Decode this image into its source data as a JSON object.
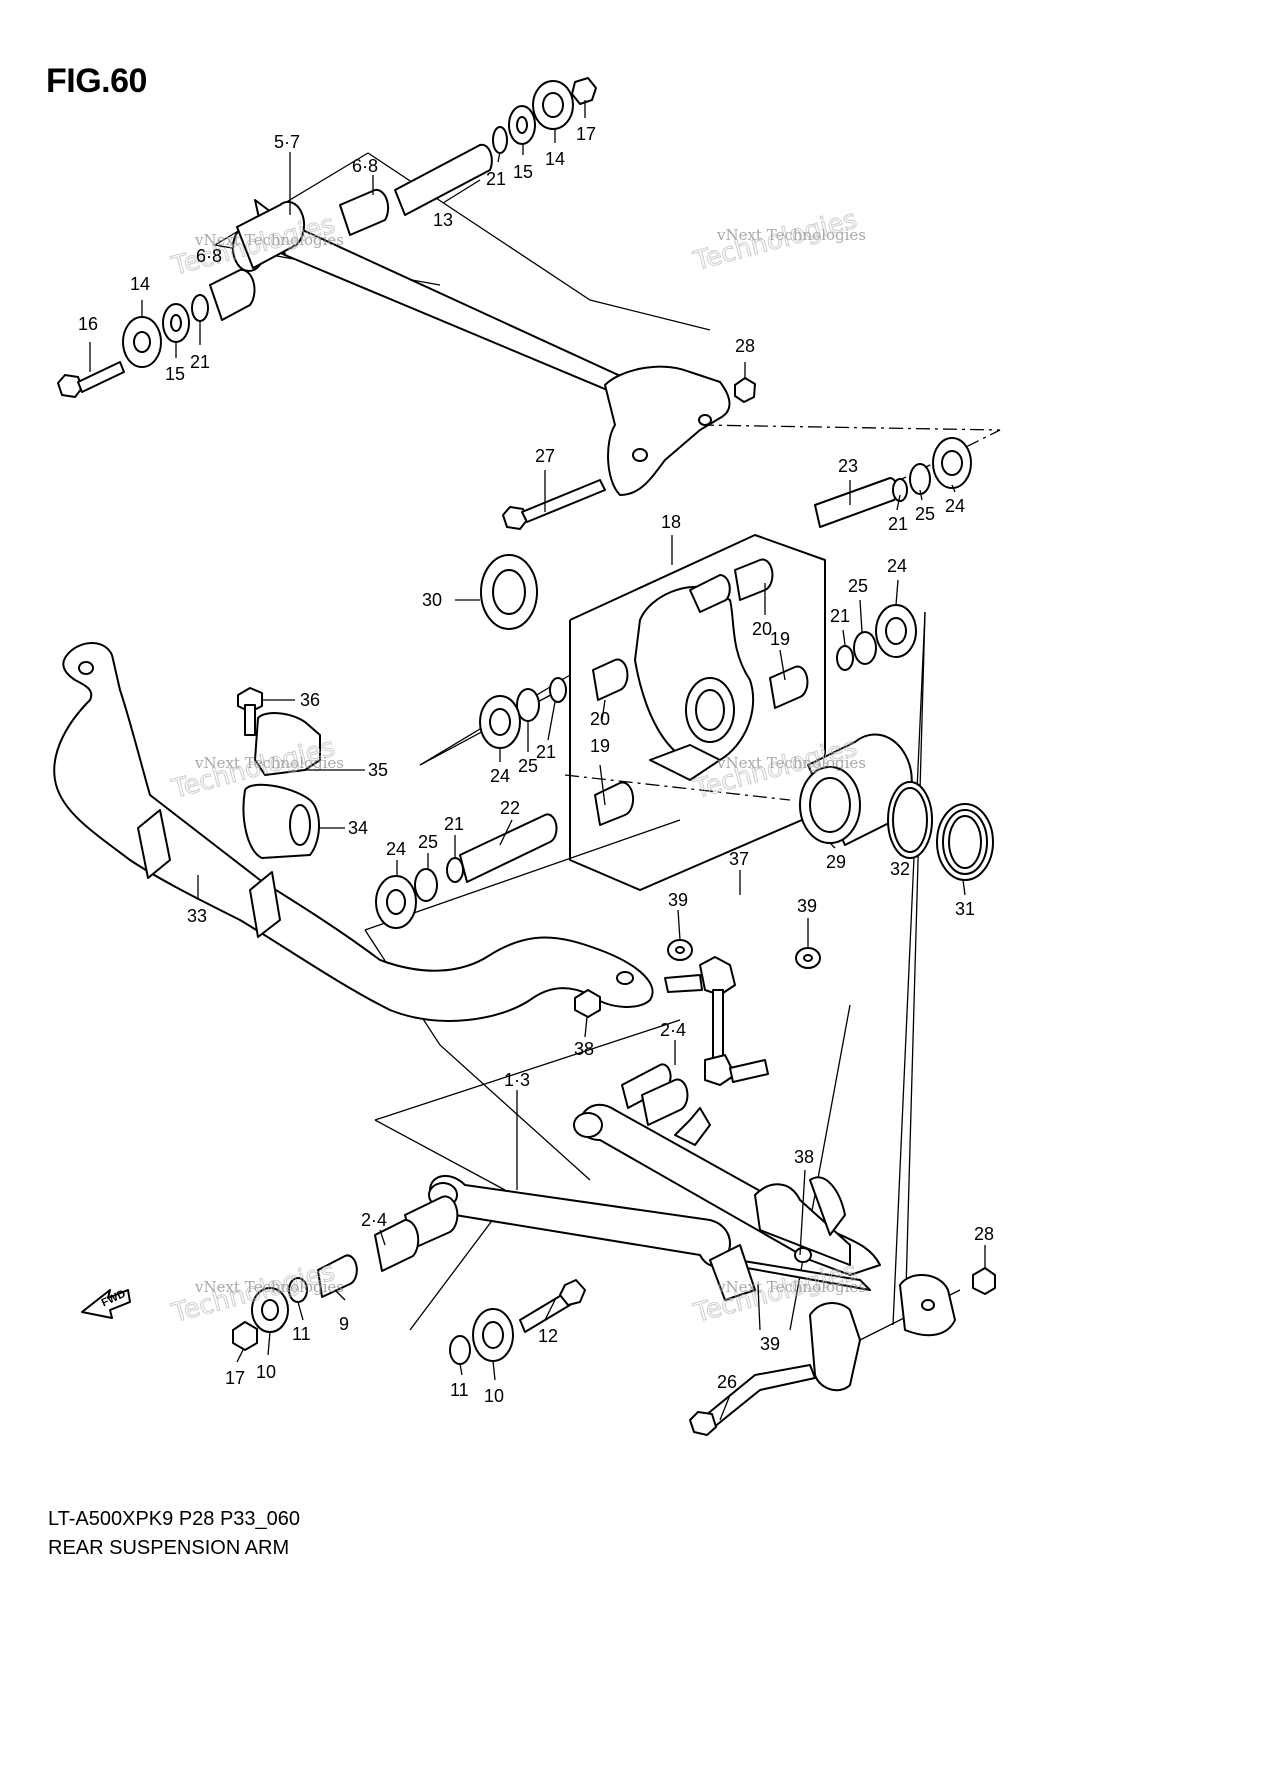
{
  "figure": {
    "title": "FIG.60"
  },
  "caption": {
    "model": "LT-A500XPK9 P28 P33_060",
    "name": "REAR SUSPENSION ARM"
  },
  "watermark": {
    "line1": "vNext Technologies",
    "line2": "Technologies"
  },
  "fwd_label": "FWD",
  "callouts": [
    {
      "id": "c-5-7",
      "text": "5·7"
    },
    {
      "id": "c-6-8-a",
      "text": "6·8"
    },
    {
      "id": "c-6-8-b",
      "text": "6·8"
    },
    {
      "id": "c-13",
      "text": "13"
    },
    {
      "id": "c-21-a",
      "text": "21"
    },
    {
      "id": "c-15-a",
      "text": "15"
    },
    {
      "id": "c-14-a",
      "text": "14"
    },
    {
      "id": "c-17-a",
      "text": "17"
    },
    {
      "id": "c-14-b",
      "text": "14"
    },
    {
      "id": "c-16",
      "text": "16"
    },
    {
      "id": "c-15-b",
      "text": "15"
    },
    {
      "id": "c-21-b",
      "text": "21"
    },
    {
      "id": "c-28-a",
      "text": "28"
    },
    {
      "id": "c-27",
      "text": "27"
    },
    {
      "id": "c-23",
      "text": "23"
    },
    {
      "id": "c-21-c",
      "text": "21"
    },
    {
      "id": "c-25-a",
      "text": "25"
    },
    {
      "id": "c-24-a",
      "text": "24"
    },
    {
      "id": "c-18",
      "text": "18"
    },
    {
      "id": "c-30",
      "text": "30"
    },
    {
      "id": "c-20-a",
      "text": "20"
    },
    {
      "id": "c-19-a",
      "text": "19"
    },
    {
      "id": "c-21-d",
      "text": "21"
    },
    {
      "id": "c-25-b",
      "text": "25"
    },
    {
      "id": "c-24-b",
      "text": "24"
    },
    {
      "id": "c-36",
      "text": "36"
    },
    {
      "id": "c-35",
      "text": "35"
    },
    {
      "id": "c-20-b",
      "text": "20"
    },
    {
      "id": "c-21-e",
      "text": "21"
    },
    {
      "id": "c-19-b",
      "text": "19"
    },
    {
      "id": "c-24-c",
      "text": "24"
    },
    {
      "id": "c-25-c",
      "text": "25"
    },
    {
      "id": "c-34",
      "text": "34"
    },
    {
      "id": "c-22",
      "text": "22"
    },
    {
      "id": "c-24-d",
      "text": "24"
    },
    {
      "id": "c-25-d",
      "text": "25"
    },
    {
      "id": "c-21-f",
      "text": "21"
    },
    {
      "id": "c-29",
      "text": "29"
    },
    {
      "id": "c-32",
      "text": "32"
    },
    {
      "id": "c-31",
      "text": "31"
    },
    {
      "id": "c-37",
      "text": "37"
    },
    {
      "id": "c-39-a",
      "text": "39"
    },
    {
      "id": "c-39-b",
      "text": "39"
    },
    {
      "id": "c-33",
      "text": "33"
    },
    {
      "id": "c-38-a",
      "text": "38"
    },
    {
      "id": "c-2-4-a",
      "text": "2·4"
    },
    {
      "id": "c-1-3",
      "text": "1·3"
    },
    {
      "id": "c-38-b",
      "text": "38"
    },
    {
      "id": "c-2-4-b",
      "text": "2·4"
    },
    {
      "id": "c-28-b",
      "text": "28"
    },
    {
      "id": "c-9",
      "text": "9"
    },
    {
      "id": "c-11-a",
      "text": "11"
    },
    {
      "id": "c-17-b",
      "text": "17"
    },
    {
      "id": "c-10-a",
      "text": "10"
    },
    {
      "id": "c-12",
      "text": "12"
    },
    {
      "id": "c-39-c",
      "text": "39"
    },
    {
      "id": "c-11-b",
      "text": "11"
    },
    {
      "id": "c-10-b",
      "text": "10"
    },
    {
      "id": "c-26",
      "text": "26"
    }
  ]
}
